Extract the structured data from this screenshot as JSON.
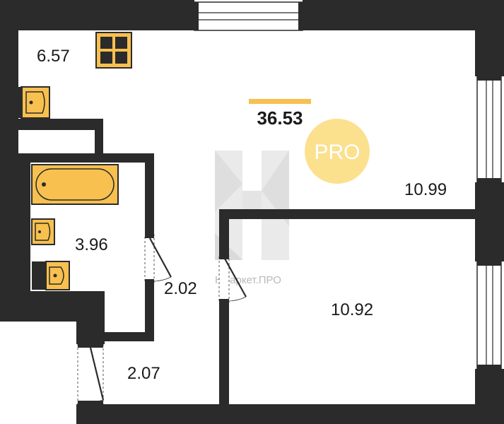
{
  "plan": {
    "total_area": "36.53",
    "rooms": {
      "kitchen_area": "6.57",
      "living_room_area": "10.99",
      "bathroom_area": "3.96",
      "closet_area": "2.02",
      "hallway_area": "2.07",
      "bedroom_area": "10.92"
    },
    "badge": {
      "text": "PRO"
    },
    "watermark": {
      "text": "Нмаркет.ПРО"
    },
    "colors": {
      "wall": "#2b2b2b",
      "fixture": "#f7c04f",
      "accent_bar": "#f7c04f",
      "badge": "#fbe08e"
    }
  }
}
